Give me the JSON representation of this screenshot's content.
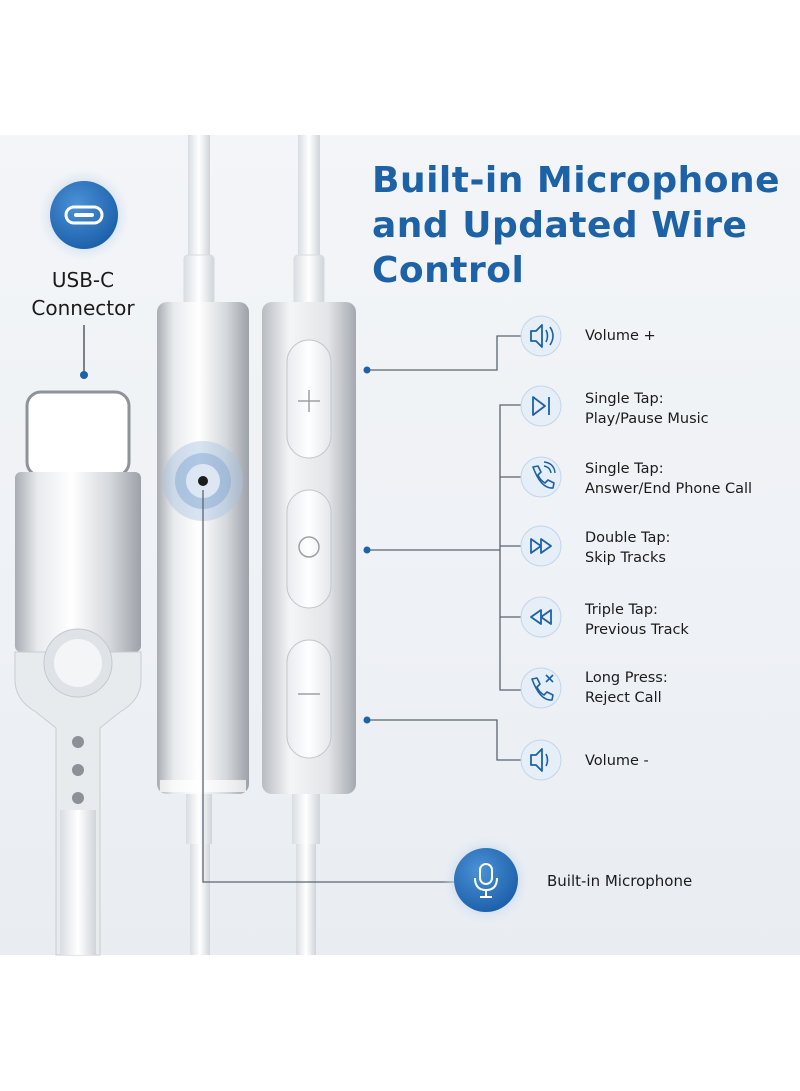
{
  "title_lines": [
    "Built-in Microphone",
    "and Updated Wire",
    "Control"
  ],
  "connector_label_lines": [
    "USB-C",
    "Connector"
  ],
  "features": [
    {
      "icon": "volume-up-icon",
      "lines": [
        "Volume +"
      ]
    },
    {
      "icon": "play-pause-icon",
      "lines": [
        "Single Tap:",
        "Play/Pause Music"
      ]
    },
    {
      "icon": "phone-call-icon",
      "lines": [
        "Single Tap:",
        "Answer/End Phone Call"
      ]
    },
    {
      "icon": "skip-forward-icon",
      "lines": [
        "Double Tap:",
        "Skip Tracks"
      ]
    },
    {
      "icon": "skip-back-icon",
      "lines": [
        "Triple Tap:",
        "Previous Track"
      ]
    },
    {
      "icon": "reject-call-icon",
      "lines": [
        "Long Press:",
        "Reject Call"
      ]
    },
    {
      "icon": "volume-down-icon",
      "lines": [
        "Volume -"
      ]
    }
  ],
  "microphone_label": "Built-in Microphone",
  "colors": {
    "accent": "#1d62a6",
    "icon_circle": "#e6eef8",
    "line": "#5a6470",
    "silver": "#c9ccd1"
  }
}
